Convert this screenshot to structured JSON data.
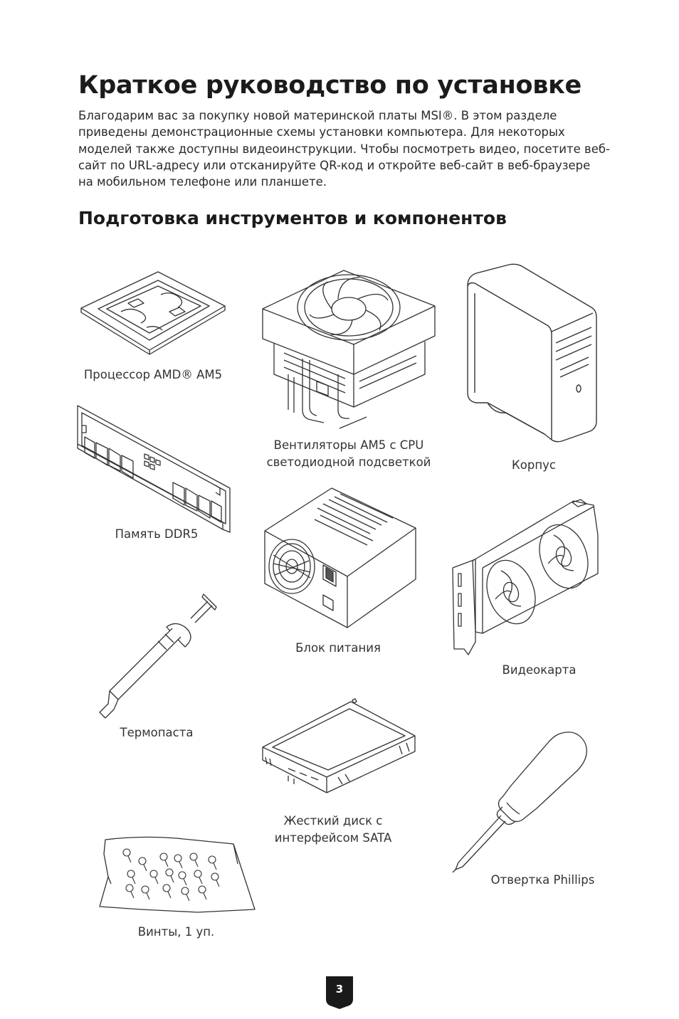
{
  "page": {
    "title": "Краткое руководство по установке",
    "intro_lines": [
      "Благодарим вас за покупку новой материнской платы MSI®. В этом разделе",
      "приведены демонстрационные схемы установки компьютера. Для некоторых",
      "моделей также доступны видеоинструкции. Чтобы посмотреть видео, посетите веб-",
      "сайт по URL-адресу или отсканируйте QR-код и откройте веб-сайт в веб-браузере",
      "на мобильном телефоне или планшете."
    ],
    "section_title": "Подготовка инструментов и компонентов",
    "page_number": "3"
  },
  "components": {
    "cpu": {
      "label": "Процессор AMD® AM5",
      "icon": "cpu-icon"
    },
    "cooler": {
      "label_lines": [
        "Вентиляторы AM5 с CPU",
        "светодиодной подсветкой"
      ],
      "icon": "cpu-fan-icon"
    },
    "case": {
      "label": "Корпус",
      "icon": "pc-case-icon"
    },
    "memory": {
      "label": "Память DDR5",
      "icon": "ram-module-icon"
    },
    "psu": {
      "label": "Блок питания",
      "icon": "power-supply-icon"
    },
    "gpu": {
      "label": "Видеокарта",
      "icon": "graphics-card-icon"
    },
    "thermal": {
      "label": "Термопаста",
      "icon": "thermal-paste-syringe-icon"
    },
    "hdd": {
      "label_lines": [
        "Жесткий диск с",
        "интерфейсом SATA"
      ],
      "icon": "hard-drive-icon"
    },
    "screwdriver": {
      "label": "Отвертка Phillips",
      "icon": "screwdriver-icon"
    },
    "screws": {
      "label": "Винты, 1 уп.",
      "icon": "screws-bag-icon"
    }
  },
  "colors": {
    "ink": "#1b1b1b",
    "line": "#333333",
    "badge": "#1a1a1a"
  }
}
